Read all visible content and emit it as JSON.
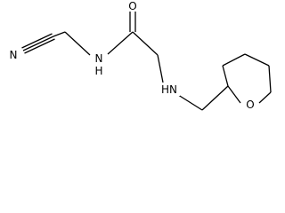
{
  "molecule": {
    "atoms": {
      "nitrile_n": "N",
      "amide_o": "O",
      "amide_nh": "N",
      "amide_h": "H",
      "amine_hn": "HN",
      "ring_o": "O"
    }
  },
  "colors": {
    "bond": "#000000",
    "text": "#000000",
    "background": "#ffffff"
  }
}
